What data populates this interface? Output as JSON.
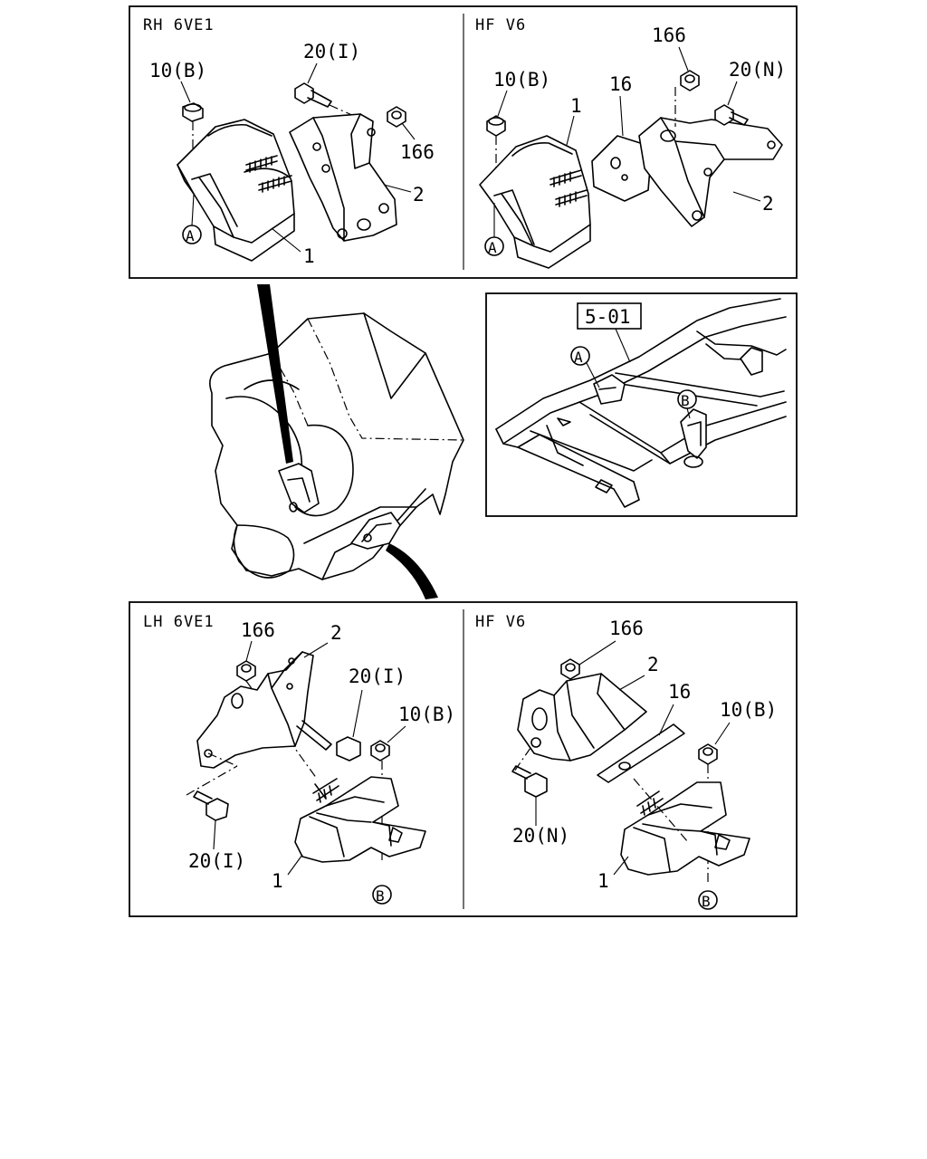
{
  "panels": {
    "rh_6ve1": {
      "title": "RH 6VE1",
      "labels": [
        "10(B)",
        "20(I)",
        "166",
        "2",
        "1"
      ],
      "callouts": [
        "A"
      ]
    },
    "rh_hf_v6": {
      "title": "HF V6",
      "labels": [
        "10(B)",
        "1",
        "16",
        "166",
        "20(N)",
        "2"
      ],
      "callouts": [
        "A"
      ]
    },
    "frame": {
      "ref_box": "5-01",
      "callouts": [
        "A",
        "B"
      ]
    },
    "lh_6ve1": {
      "title": "LH 6VE1",
      "labels": [
        "166",
        "2",
        "20(I)",
        "10(B)",
        "20(I)",
        "1"
      ],
      "callouts": [
        "B"
      ]
    },
    "lh_hf_v6": {
      "title": "HF V6",
      "labels": [
        "166",
        "2",
        "16",
        "10(B)",
        "20(N)",
        "1"
      ],
      "callouts": [
        "B"
      ]
    }
  }
}
